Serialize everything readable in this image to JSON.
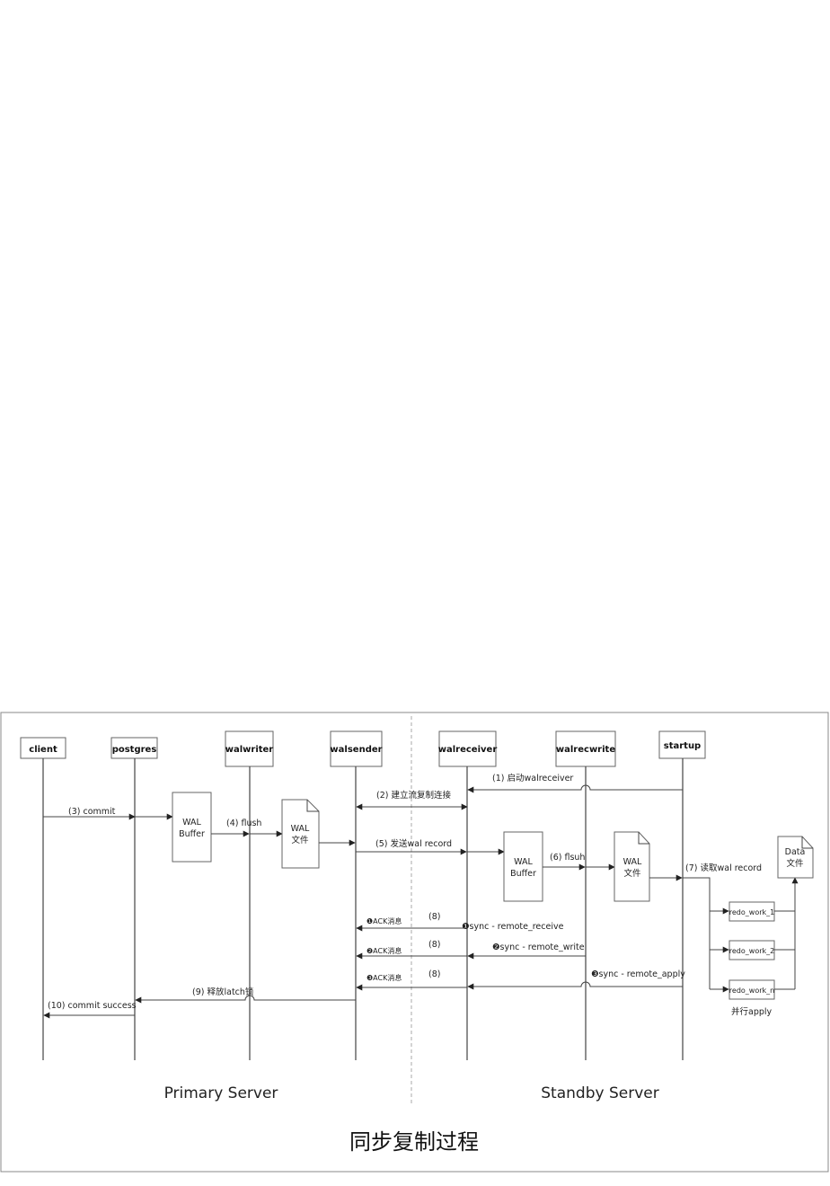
{
  "participants": {
    "client": "client",
    "postgres": "postgres",
    "walwriter": "walwriter",
    "walsender": "walsender",
    "walreceiver": "walreceiver",
    "walrecwrite": "walrecwrite",
    "startup": "startup"
  },
  "messages": {
    "m1": "(1) 启动walreceiver",
    "m2": "(2) 建立流复制连接",
    "m3": "(3) commit",
    "m4": "(4) flush",
    "m5": "(5) 发送wal record",
    "m6": "(6) flsuh",
    "m7": "(7) 读取wal record",
    "m8": "(8)",
    "m9": "(9) 释放latch锁",
    "m10": "(10) commit success",
    "ack1": "❶ACK消息",
    "ack2": "❷ACK消息",
    "ack3": "❸ACK消息",
    "sync1": "❶sync - remote_receive",
    "sync2": "❷sync - remote_write",
    "sync3": "❸sync - remote_apply"
  },
  "nodes": {
    "wal_buffer_line1": "WAL",
    "wal_buffer_line2": "Buffer",
    "wal_file_line1": "WAL",
    "wal_file_line2": "文件",
    "data_file_line1": "Data",
    "data_file_line2": "文件",
    "redo1": "redo_work_1",
    "redo2": "redo_work_2",
    "redon": "redo_work_n",
    "parallel": "并行apply"
  },
  "sections": {
    "primary": "Primary Server",
    "standby": "Standby Server"
  },
  "title": "同步复制过程"
}
